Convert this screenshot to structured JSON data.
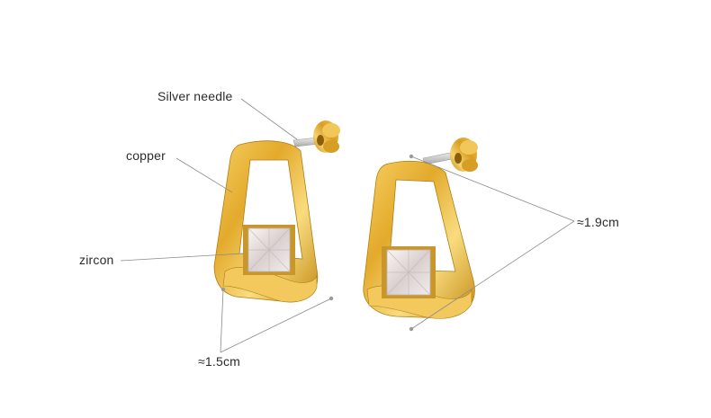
{
  "annotations": {
    "silver_needle": "Silver needle",
    "copper": "copper",
    "zircon": "zircon",
    "height": "≈1.9cm",
    "width": "≈1.5cm"
  },
  "colors": {
    "gold_dark": "#b8861b",
    "gold_mid": "#e0a82a",
    "gold_light": "#f8d774",
    "silver": "#d7d7d7",
    "zircon": "#efe9e8",
    "line": "#8a8a8a"
  }
}
